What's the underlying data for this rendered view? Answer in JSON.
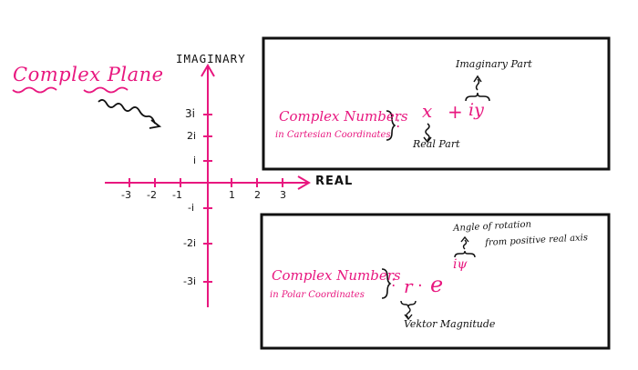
{
  "colors": {
    "accent": "#e8177f",
    "ink": "#111111"
  },
  "title": "Complex Plane",
  "axes": {
    "vertical_label": "IMAGINARY",
    "horizontal_label": "REAL",
    "x_ticks": [
      "-3",
      "-2",
      "-1",
      "1",
      "2",
      "3"
    ],
    "y_ticks": [
      "3i",
      "2i",
      "i",
      "-i",
      "-2i",
      "-3i"
    ]
  },
  "cartesian_box": {
    "heading_line1": "Complex Numbers",
    "heading_line2": "in Cartesian Coordinates",
    "x_symbol": "x",
    "plus": "+",
    "iy_symbol": "iy",
    "real_part_label": "Real Part",
    "imaginary_part_label": "Imaginary Part"
  },
  "polar_box": {
    "heading_line1": "Complex Numbers",
    "heading_line2": "in Polar Coordinates",
    "r_symbol": "r",
    "dot": "·",
    "e_symbol": "e",
    "exponent": "iψ",
    "magnitude_label": "Vektor Magnitude",
    "angle_label_line1": "Angle of rotation",
    "angle_label_line2": "from positive real axis"
  }
}
